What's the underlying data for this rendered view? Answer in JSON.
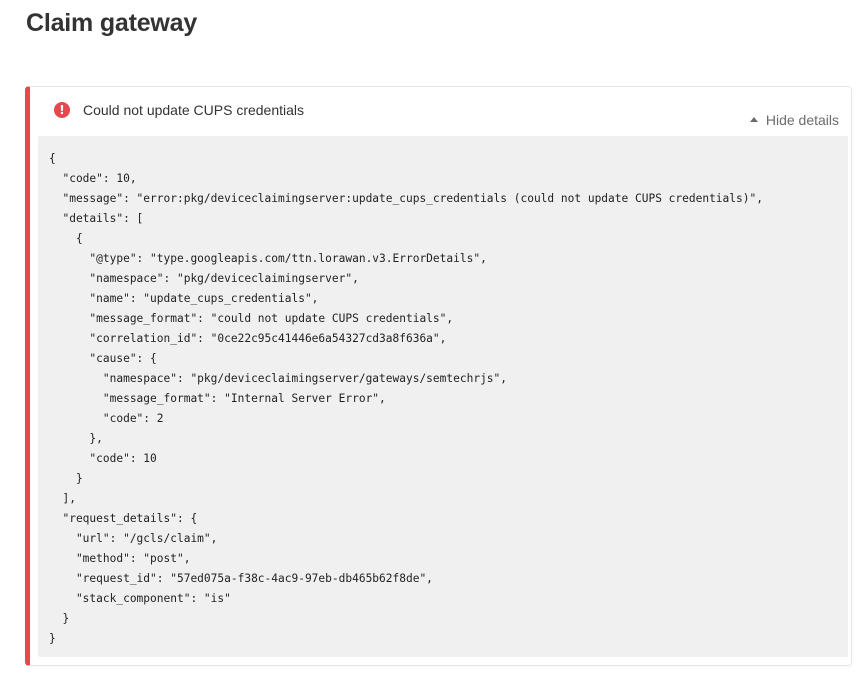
{
  "page": {
    "title": "Claim gateway"
  },
  "notification": {
    "icon": "error-icon",
    "icon_glyph": "!",
    "title": "Could not update CUPS credentials",
    "toggle_label": "Hide details",
    "accent_color": "#e5484d",
    "details_json": "{\n  \"code\": 10,\n  \"message\": \"error:pkg/deviceclaimingserver:update_cups_credentials (could not update CUPS credentials)\",\n  \"details\": [\n    {\n      \"@type\": \"type.googleapis.com/ttn.lorawan.v3.ErrorDetails\",\n      \"namespace\": \"pkg/deviceclaimingserver\",\n      \"name\": \"update_cups_credentials\",\n      \"message_format\": \"could not update CUPS credentials\",\n      \"correlation_id\": \"0ce22c95c41446e6a54327cd3a8f636a\",\n      \"cause\": {\n        \"namespace\": \"pkg/deviceclaimingserver/gateways/semtechrjs\",\n        \"message_format\": \"Internal Server Error\",\n        \"code\": 2\n      },\n      \"code\": 10\n    }\n  ],\n  \"request_details\": {\n    \"url\": \"/gcls/claim\",\n    \"method\": \"post\",\n    \"request_id\": \"57ed075a-f38c-4ac9-97eb-db465b62f8de\",\n    \"stack_component\": \"is\"\n  }\n}"
  }
}
